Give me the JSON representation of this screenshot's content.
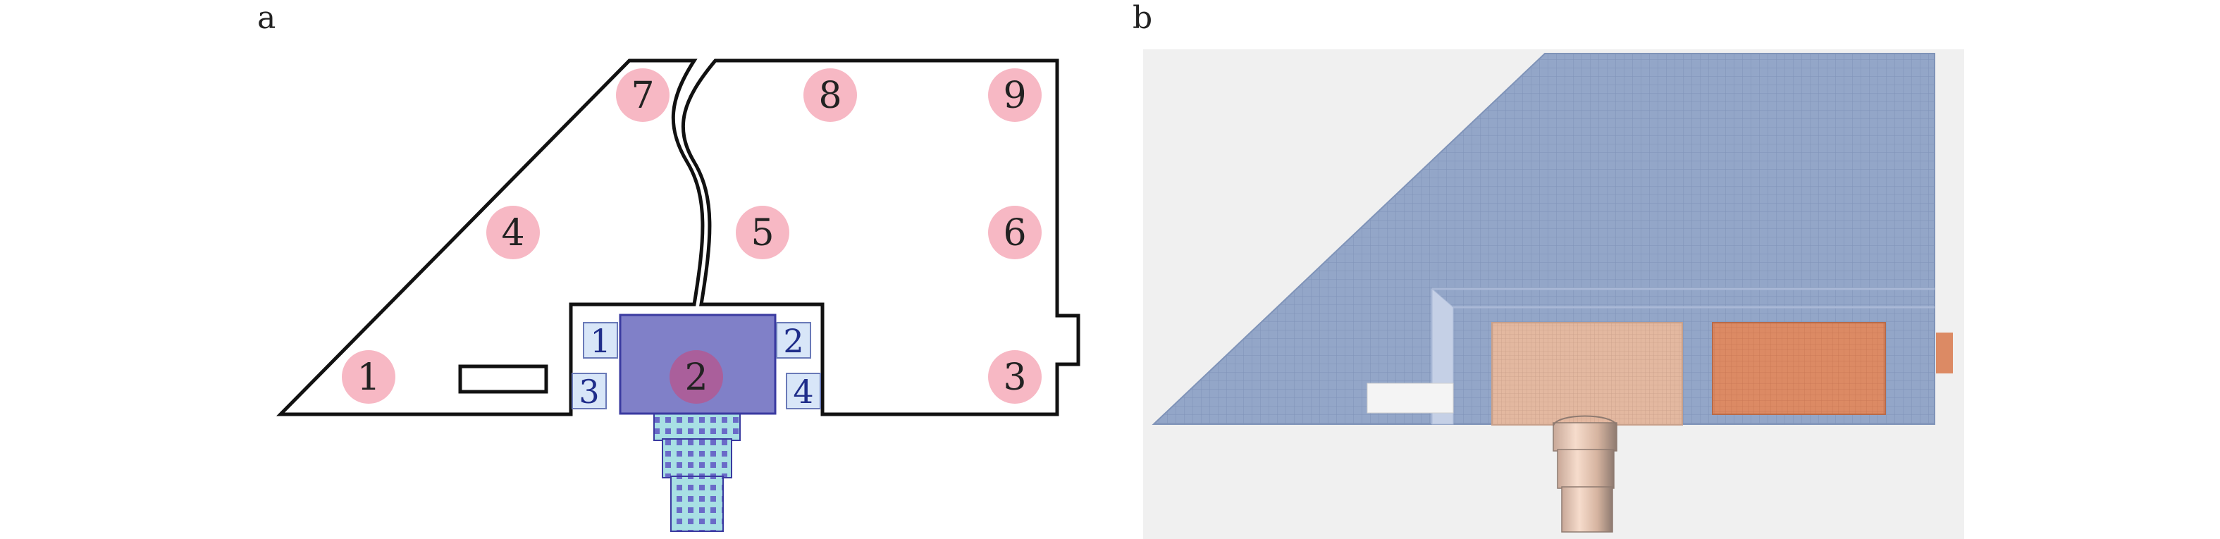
{
  "panels": {
    "a": {
      "label": "a"
    },
    "b": {
      "label": "b"
    }
  },
  "markers": [
    "1",
    "2",
    "3",
    "4",
    "5",
    "6",
    "7",
    "8",
    "9"
  ],
  "sensors": [
    "1",
    "2",
    "3",
    "4"
  ],
  "colors": {
    "outline": "#111111",
    "marker_fill": "#f7b8c4",
    "marker_center_fill": "#b8548c",
    "block_fill": "#8080c8",
    "block_stroke": "#3a3aa0",
    "pedestal_fill": "#a8e0e4",
    "pedestal_pattern": "#6a6ac8",
    "sensor_fill": "#d8e6f8",
    "mesh_background": "#f0f0f0",
    "mesh_blue": "#93a6c8",
    "mesh_line": "#7f93b8",
    "copper_light": "#e8c0a8",
    "copper_dark": "#dc8a64"
  }
}
